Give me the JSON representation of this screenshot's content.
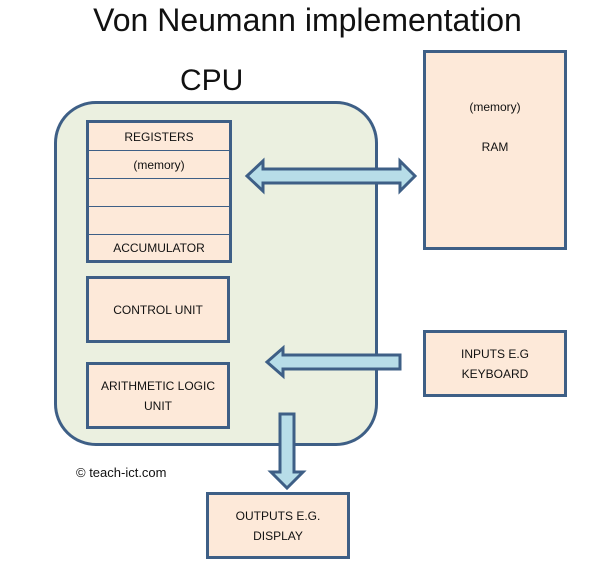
{
  "title": "Von Neumann implementation",
  "cpu": {
    "label": "CPU",
    "registers": {
      "rows": [
        "REGISTERS",
        "(memory)",
        "",
        "",
        "ACCUMULATOR"
      ]
    },
    "control_unit": "CONTROL UNIT",
    "alu": [
      "ARITHMETIC LOGIC",
      "UNIT"
    ]
  },
  "ram": {
    "line1": "(memory)",
    "line2": "RAM"
  },
  "inputs": [
    "INPUTS E.G",
    "KEYBOARD"
  ],
  "outputs": [
    "OUTPUTS E.G.",
    "DISPLAY"
  ],
  "copyright": "© teach-ict.com",
  "colors": {
    "box_fill": "#fde9d9",
    "cpu_fill": "#ebf0e0",
    "border": "#3e5f86",
    "arrow_fill": "#b7dde8"
  }
}
